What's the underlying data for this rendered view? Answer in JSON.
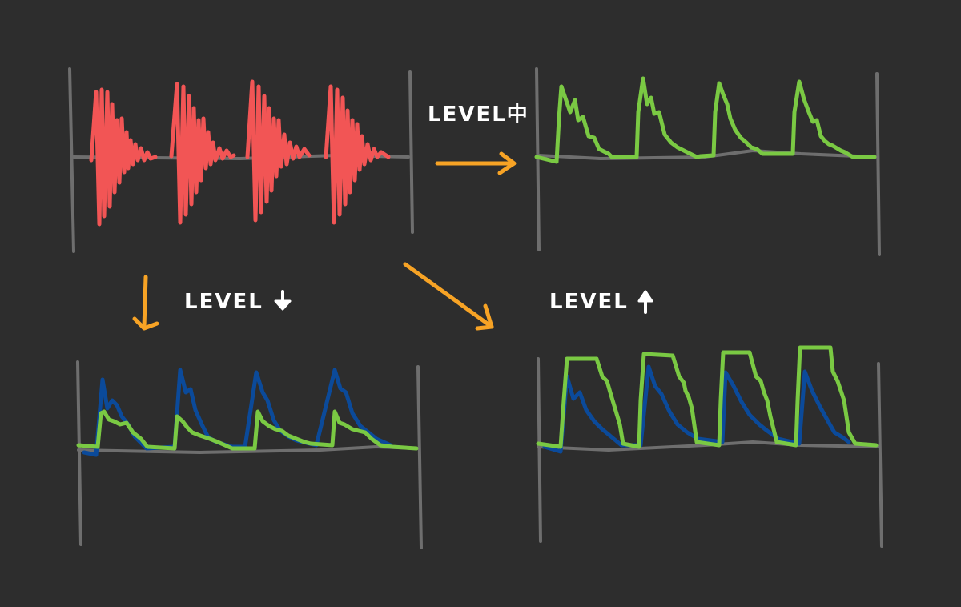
{
  "labels": {
    "mid": "LEVEL中",
    "down": "LEVEL",
    "up": "LEVEL"
  },
  "colors": {
    "background": "#2d2d2d",
    "axis": "#6e6e6e",
    "original_waveform": "#f25555",
    "envelope": "#7ac943",
    "reference_envelope": "#0b4a9a",
    "arrow": "#f7a325",
    "label_text": "#ffffff"
  },
  "panels": [
    {
      "id": "source",
      "description": "Original audio waveform with 4 decaying transient bursts (red)"
    },
    {
      "id": "level-mid",
      "description": "Detected envelope at medium level (green)"
    },
    {
      "id": "level-down",
      "description": "Lower level envelope (green) over reference envelope (blue)"
    },
    {
      "id": "level-up",
      "description": "Higher level envelope (green, flattened tops) over reference envelope (blue)"
    }
  ],
  "arrows": [
    {
      "from": "source",
      "to": "level-mid",
      "direction": "right"
    },
    {
      "from": "source",
      "to": "level-down",
      "direction": "down"
    },
    {
      "from": "source",
      "to": "level-up",
      "direction": "down-right"
    }
  ]
}
